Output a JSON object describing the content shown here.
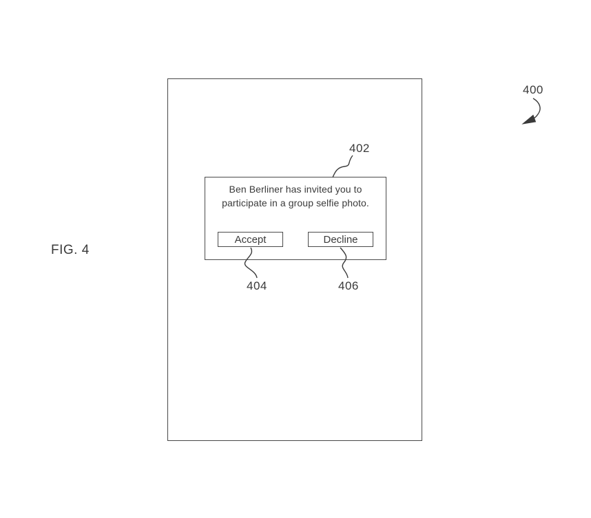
{
  "figure": {
    "fig_label": "FIG. 4",
    "refs": {
      "screen": "400",
      "dialog": "402",
      "accept": "404",
      "decline": "406"
    }
  },
  "dialog": {
    "message": "Ben Berliner has invited you to participate in a group selfie photo.",
    "accept_label": "Accept",
    "decline_label": "Decline"
  },
  "colors": {
    "line": "#3a3a3a",
    "background": "#ffffff"
  }
}
